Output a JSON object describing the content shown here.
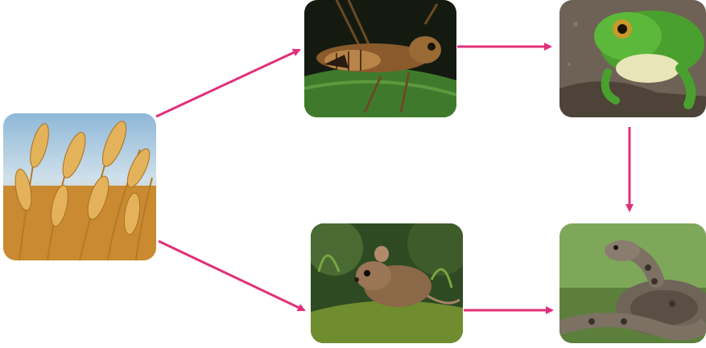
{
  "diagram": {
    "type": "food-web",
    "arrow_color": "#e0307a",
    "nodes": [
      {
        "id": "wheat",
        "icon": "wheat-photo"
      },
      {
        "id": "grasshopper",
        "icon": "grasshopper-photo"
      },
      {
        "id": "frog",
        "icon": "frog-photo"
      },
      {
        "id": "mouse",
        "icon": "mouse-photo"
      },
      {
        "id": "snake",
        "icon": "snake-photo"
      }
    ],
    "edges": [
      {
        "from": "wheat",
        "to": "grasshopper"
      },
      {
        "from": "wheat",
        "to": "mouse"
      },
      {
        "from": "grasshopper",
        "to": "frog"
      },
      {
        "from": "frog",
        "to": "snake"
      },
      {
        "from": "mouse",
        "to": "snake"
      }
    ]
  }
}
